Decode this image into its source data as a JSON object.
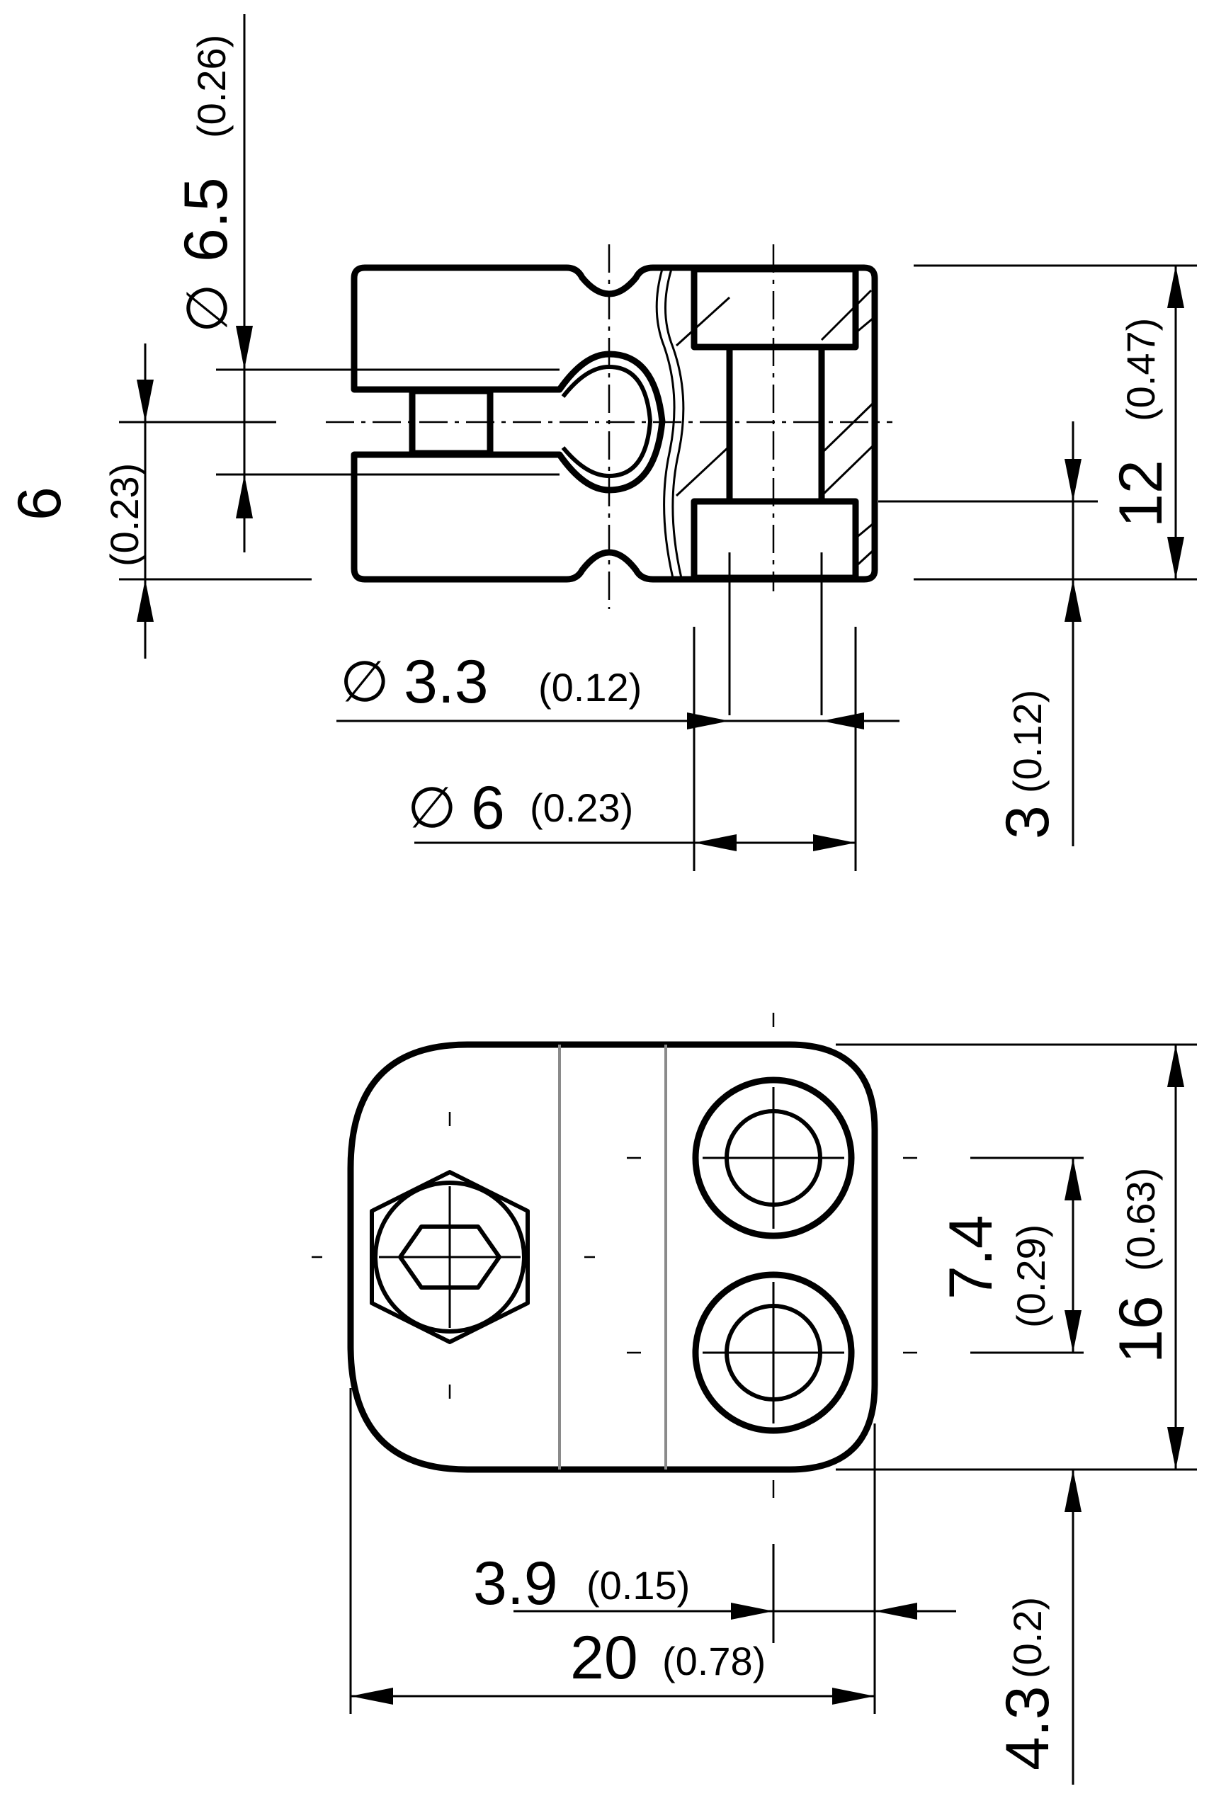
{
  "top_view": {
    "dim_bore_diameter": {
      "symbol": "∅",
      "value": "6.5",
      "inch": "(0.26)"
    },
    "dim_slot_width": {
      "value": "6",
      "inch": "(0.23)"
    },
    "dim_height": {
      "value": "12",
      "inch": "(0.47)"
    },
    "dim_counterbore_depth": {
      "value": "3",
      "inch": "(0.12)"
    },
    "dim_hole_diameter": {
      "symbol": "∅",
      "value": "3.3",
      "inch": "(0.12)"
    },
    "dim_counterbore_diameter": {
      "symbol": "∅",
      "value": "6",
      "inch": "(0.23)"
    }
  },
  "bottom_view": {
    "dim_hole_spacing": {
      "value": "7.4",
      "inch": "(0.29)"
    },
    "dim_width": {
      "value": "16",
      "inch": "(0.63)"
    },
    "dim_offset": {
      "value": "4.3",
      "inch": "(0.2)"
    },
    "dim_edge_to_hole": {
      "value": "3.9",
      "inch": "(0.15)"
    },
    "dim_length": {
      "value": "20",
      "inch": "(0.78)"
    }
  }
}
